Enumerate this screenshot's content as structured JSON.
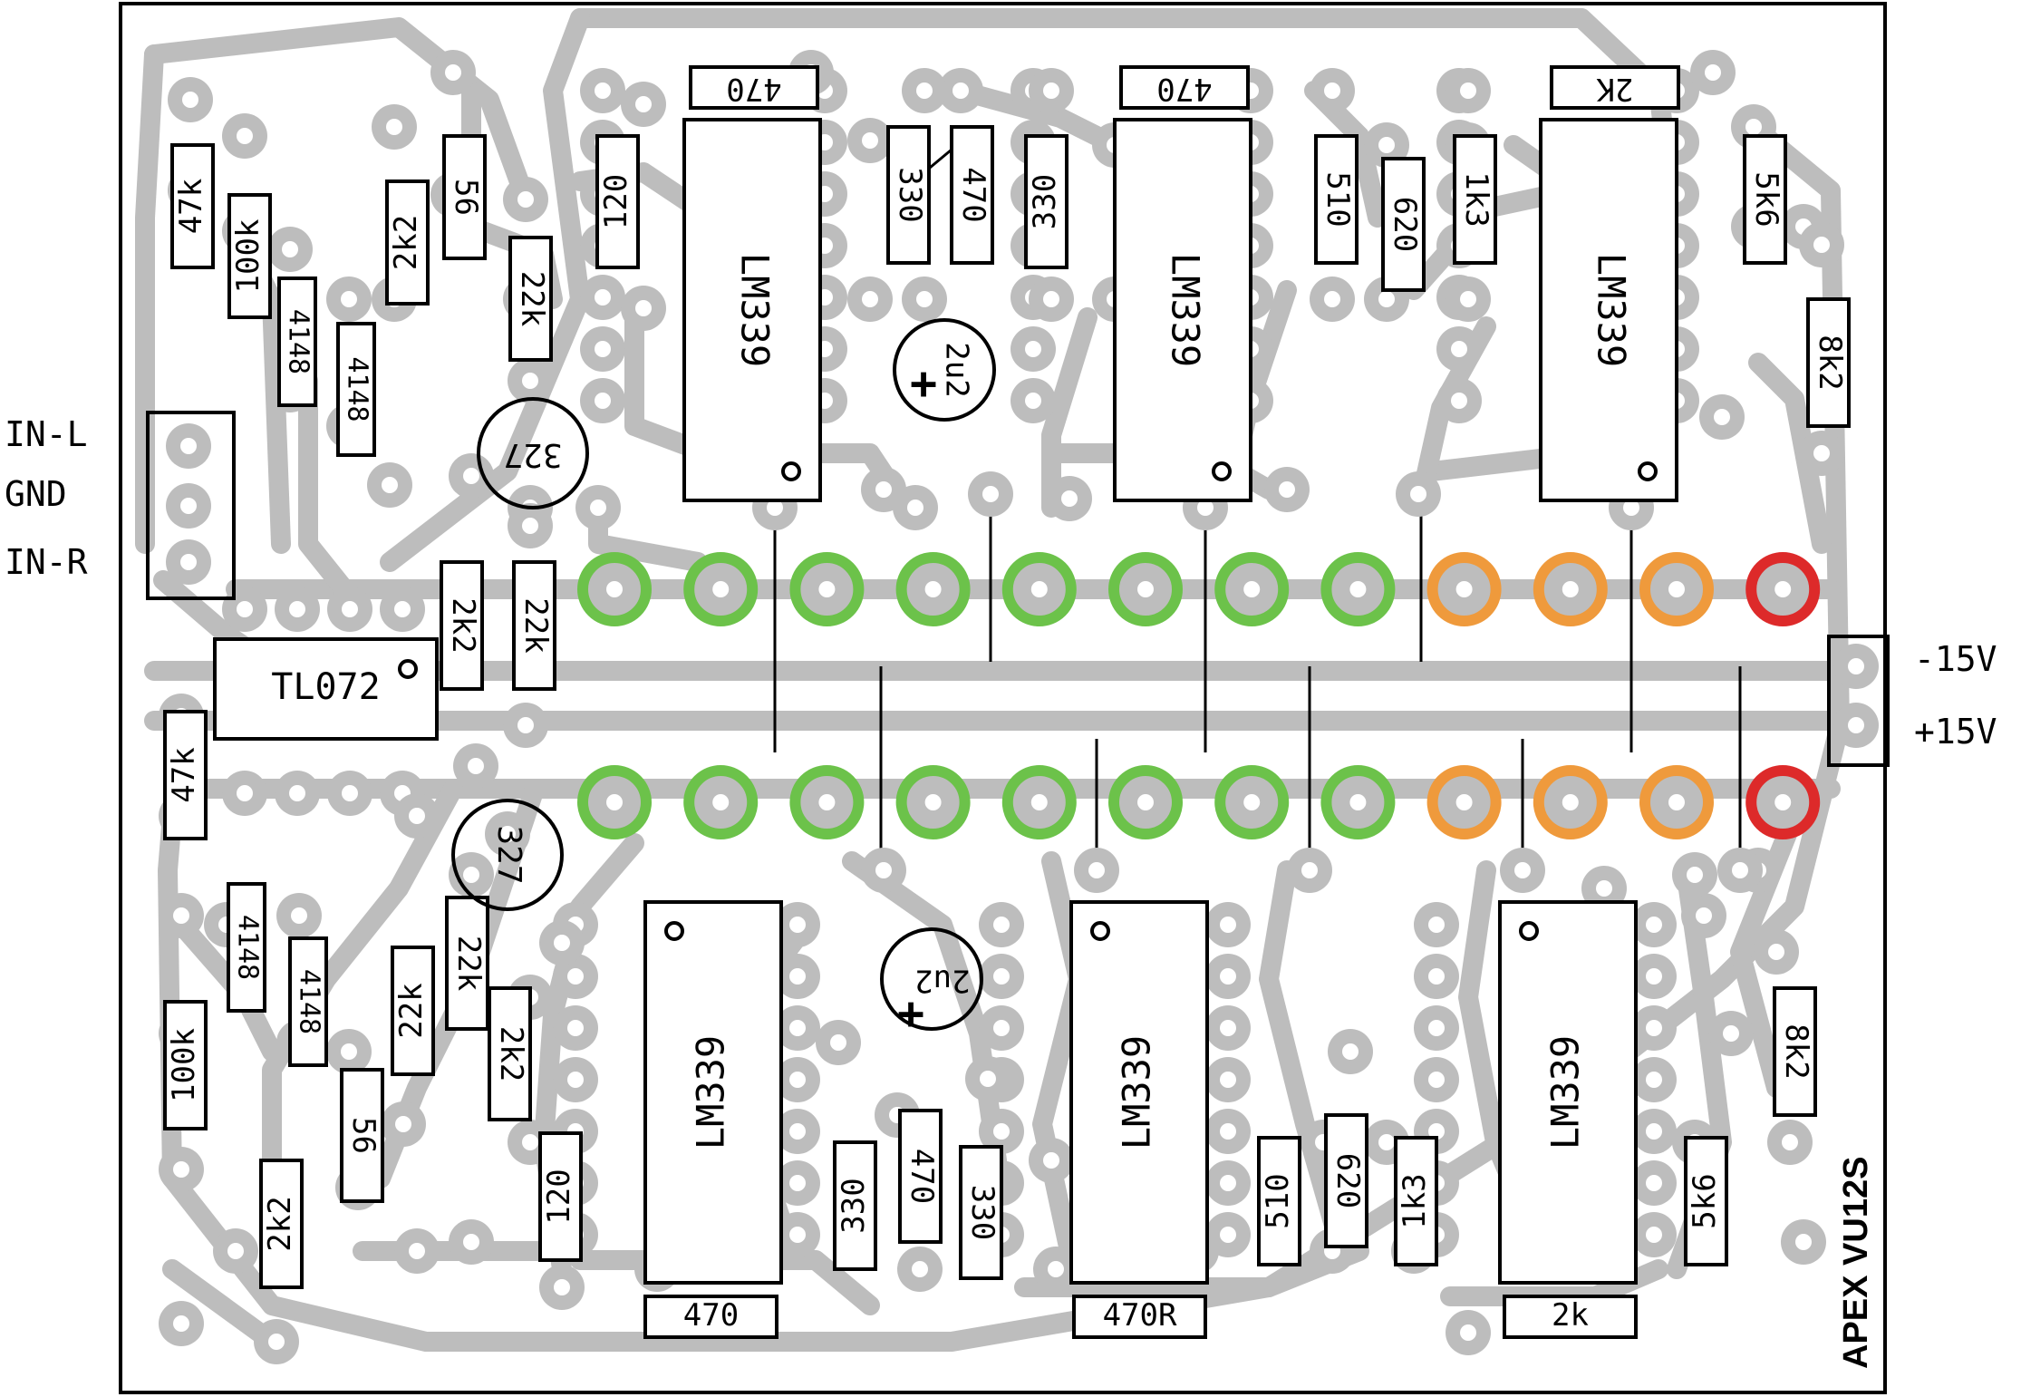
{
  "title": "APEX VU12S",
  "connectors": {
    "input": [
      "IN-L",
      "GND",
      "IN-R"
    ],
    "power": [
      "-15V",
      "+15V"
    ]
  },
  "chips": {
    "opamp": "TL072",
    "comparators": [
      "LM339",
      "LM339",
      "LM339",
      "LM339",
      "LM339",
      "LM339"
    ]
  },
  "transistors": [
    "327",
    "327"
  ],
  "capacitors": [
    "2u2",
    "2u2"
  ],
  "resistors_top_labels": [
    "47k",
    "100k",
    "2k2",
    "56",
    "22k",
    "470",
    "120",
    "330",
    "470",
    "330",
    "470",
    "510",
    "620",
    "1k3",
    "2K",
    "5k6",
    "8k2"
  ],
  "resistors_mid_labels": [
    "2k2",
    "22k",
    "47k"
  ],
  "resistors_bottom_labels": [
    "100k",
    "22k",
    "22k",
    "2k2",
    "56",
    "2k2",
    "120",
    "470",
    "330",
    "470",
    "330",
    "470R",
    "510",
    "620",
    "1k3",
    "2k",
    "5k6",
    "8k2"
  ],
  "diodes": [
    "4148",
    "4148",
    "4148",
    "4148"
  ],
  "led_colors": {
    "green": "#6cc24a",
    "orange": "#ef9a3c",
    "red": "#dd2a2a"
  },
  "led_row_top": [
    "green",
    "green",
    "green",
    "green",
    "green",
    "green",
    "green",
    "green",
    "orange",
    "orange",
    "orange",
    "red"
  ],
  "led_row_bottom": [
    "green",
    "green",
    "green",
    "green",
    "green",
    "green",
    "green",
    "green",
    "orange",
    "orange",
    "orange",
    "red"
  ],
  "trace_color": "#bdbdbd"
}
